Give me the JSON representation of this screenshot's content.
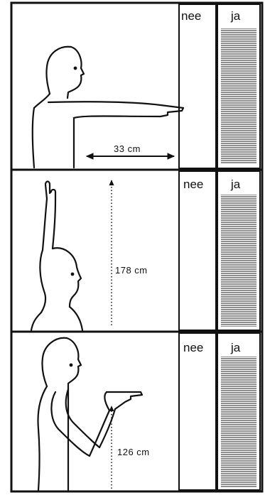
{
  "columns": {
    "no_label": "nee",
    "yes_label": "ja"
  },
  "panels": [
    {
      "measurement": "33 cm",
      "figure_icon": "person-arm-forward-icon",
      "arrow_direction": "horizontal"
    },
    {
      "measurement": "178 cm",
      "figure_icon": "person-arm-raised-icon",
      "arrow_direction": "vertical"
    },
    {
      "measurement": "126 cm",
      "figure_icon": "person-elbow-bent-icon",
      "arrow_direction": "vertical"
    }
  ],
  "colors": {
    "ink": "#111111",
    "hatch": "#555555",
    "background": "#ffffff"
  }
}
